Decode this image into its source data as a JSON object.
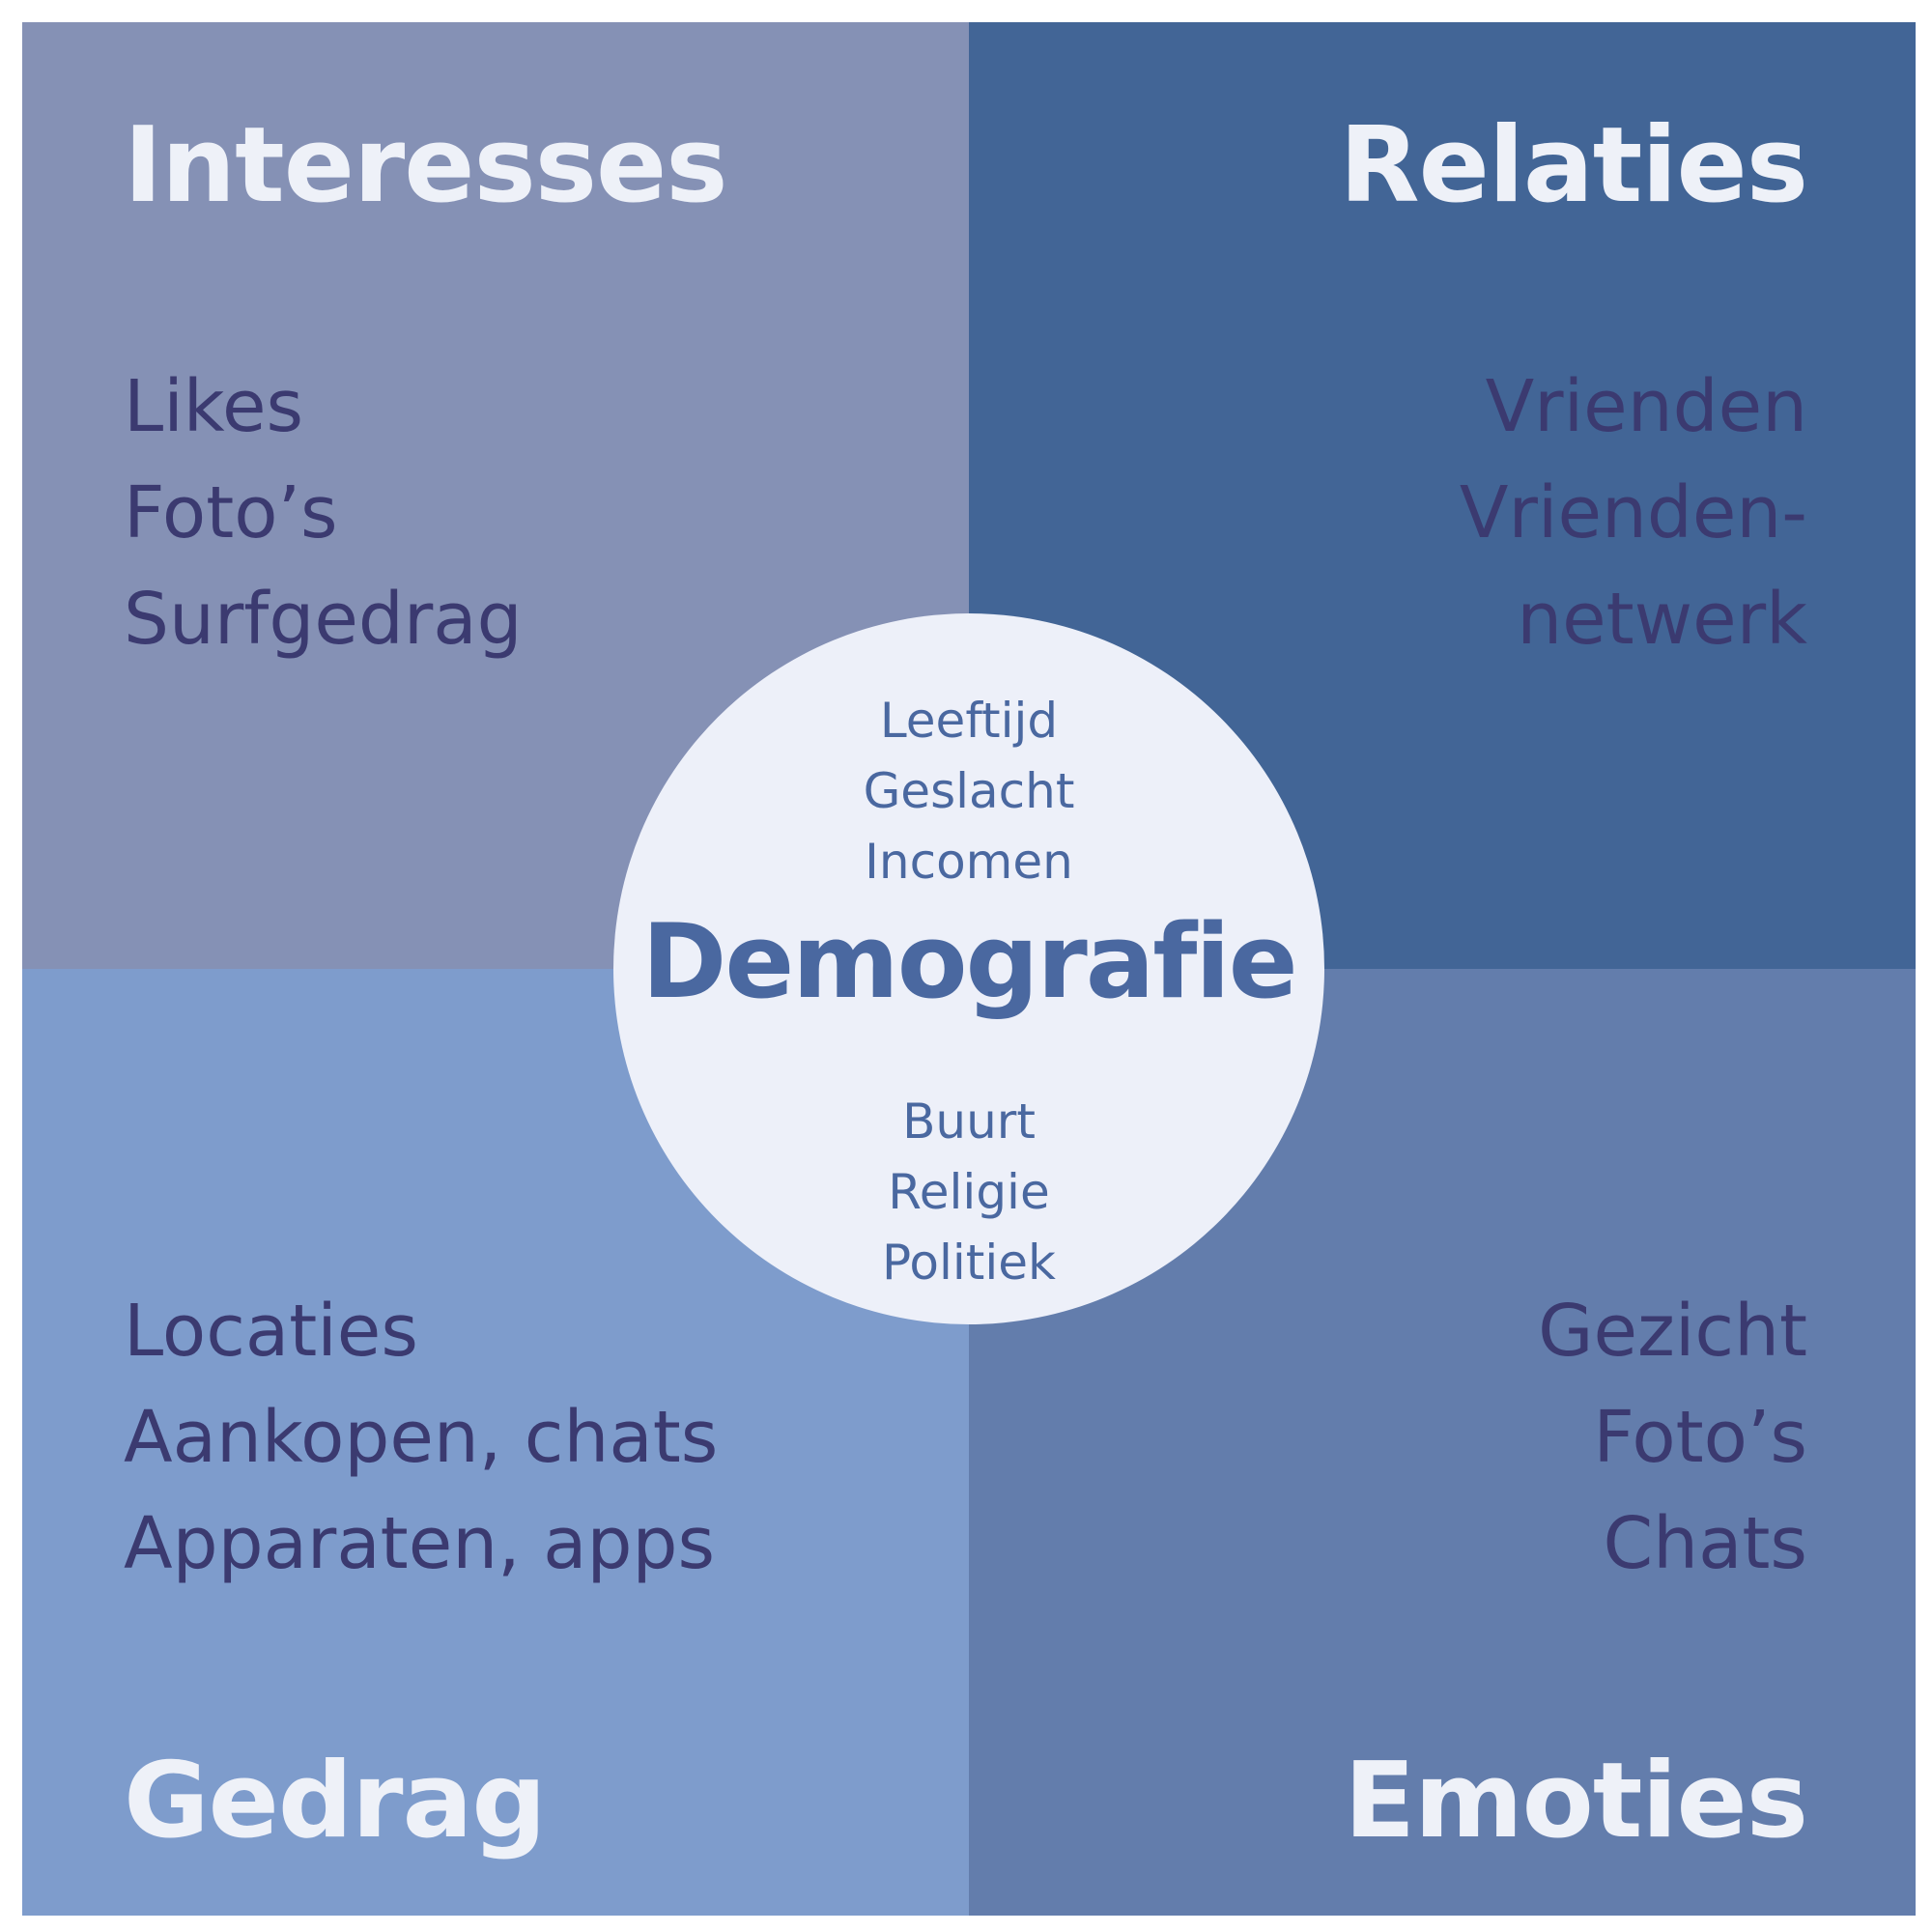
{
  "colors": {
    "background": "#ffffff",
    "quadrant_top_left": "#8591b5",
    "quadrant_top_right": "#426596",
    "quadrant_bottom_left": "#7e9ccc",
    "quadrant_bottom_right": "#637dac",
    "title_text": "#eef1f8",
    "item_text": "#3b3a70",
    "circle_fill": "#edf0f9",
    "circle_text": "#4a68a0"
  },
  "quadrants": {
    "top_left": {
      "title": "Interesses",
      "items": [
        "Likes",
        "Foto’s",
        "Surfgedrag"
      ]
    },
    "top_right": {
      "title": "Relaties",
      "items": [
        "Vrienden",
        "Vrienden-",
        "netwerk"
      ]
    },
    "bottom_left": {
      "title": "Gedrag",
      "items": [
        "Locaties",
        "Aankopen, chats",
        "Apparaten, apps"
      ]
    },
    "bottom_right": {
      "title": "Emoties",
      "items": [
        "Gezicht",
        "Foto’s",
        "Chats"
      ]
    }
  },
  "center": {
    "title": "Demografie",
    "top_items": [
      "Leeftijd",
      "Geslacht",
      "Incomen"
    ],
    "bottom_items": [
      "Buurt",
      "Religie",
      "Politiek"
    ]
  }
}
